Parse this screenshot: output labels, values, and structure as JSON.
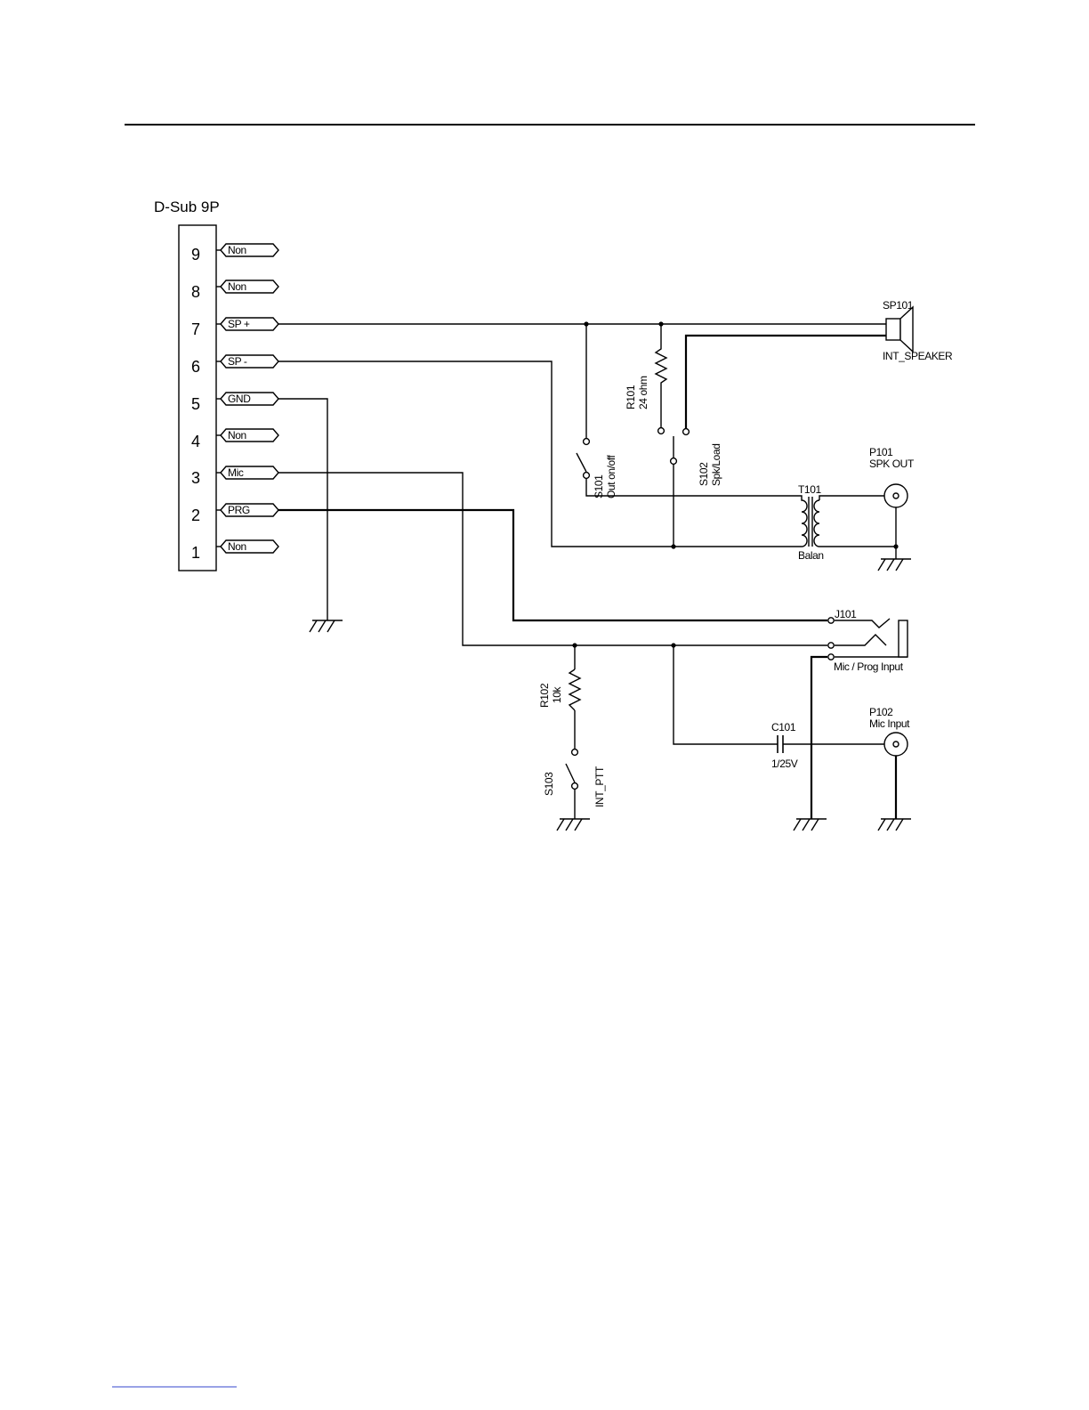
{
  "connector": {
    "title": "D-Sub 9P",
    "pins": [
      {
        "number": "9",
        "label": "Non"
      },
      {
        "number": "8",
        "label": "Non"
      },
      {
        "number": "7",
        "label": "SP +"
      },
      {
        "number": "6",
        "label": "SP -"
      },
      {
        "number": "5",
        "label": "GND"
      },
      {
        "number": "4",
        "label": "Non"
      },
      {
        "number": "3",
        "label": "Mic"
      },
      {
        "number": "2",
        "label": "PRG"
      },
      {
        "number": "1",
        "label": "Non"
      }
    ]
  },
  "components": {
    "sp101": {
      "ref": "SP101",
      "name": "INT_SPEAKER"
    },
    "r101": {
      "ref": "R101",
      "value": "24 ohm"
    },
    "s101": {
      "ref": "S101",
      "name": "Out on/off"
    },
    "s102": {
      "ref": "S102",
      "name": "Spk/Load"
    },
    "p101": {
      "ref": "P101",
      "name": "SPK OUT"
    },
    "t101": {
      "ref": "T101",
      "name": "Balan"
    },
    "j101": {
      "ref": "J101",
      "name": "Mic / Prog Input"
    },
    "r102": {
      "ref": "R102",
      "value": "10k"
    },
    "s103": {
      "ref": "S103",
      "name": "INT_PTT"
    },
    "c101": {
      "ref": "C101",
      "value": "1/25V"
    },
    "p102": {
      "ref": "P102",
      "name": "Mic Input"
    }
  }
}
